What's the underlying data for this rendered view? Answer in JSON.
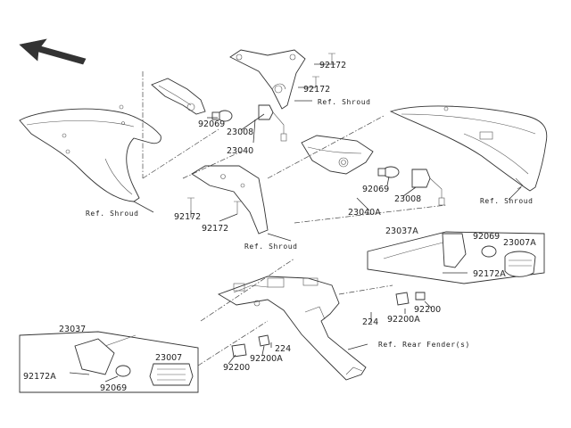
{
  "parts": [
    {
      "id": "p92172_top1",
      "text": "92172"
    },
    {
      "id": "p92172_top2",
      "text": "92172"
    },
    {
      "id": "p92069_left",
      "text": "92069"
    },
    {
      "id": "p23008_left",
      "text": "23008"
    },
    {
      "id": "p23040",
      "text": "23040"
    },
    {
      "id": "p92069_mid",
      "text": "92069"
    },
    {
      "id": "p23008_mid",
      "text": "23008"
    },
    {
      "id": "p23040A",
      "text": "23040A"
    },
    {
      "id": "p92172_midL",
      "text": "92172"
    },
    {
      "id": "p92172_midR",
      "text": "92172"
    },
    {
      "id": "p23037A",
      "text": "23037A"
    },
    {
      "id": "p92069_right",
      "text": "92069"
    },
    {
      "id": "p23007A",
      "text": "23007A"
    },
    {
      "id": "p92172A_right",
      "text": "92172A"
    },
    {
      "id": "p224_right",
      "text": "224"
    },
    {
      "id": "p92200_right",
      "text": "92200"
    },
    {
      "id": "p92200A_right",
      "text": "92200A"
    },
    {
      "id": "p23037",
      "text": "23037"
    },
    {
      "id": "p23007",
      "text": "23007"
    },
    {
      "id": "p92172A_left",
      "text": "92172A"
    },
    {
      "id": "p92069_bottom",
      "text": "92069"
    },
    {
      "id": "p224_bottom",
      "text": "224"
    },
    {
      "id": "p92200A_bottom",
      "text": "92200A"
    },
    {
      "id": "p92200_bottom",
      "text": "92200"
    }
  ],
  "references": [
    {
      "id": "ref_shroud_top",
      "text": "Ref. Shroud"
    },
    {
      "id": "ref_shroud_left",
      "text": "Ref. Shroud"
    },
    {
      "id": "ref_shroud_right",
      "text": "Ref. Shroud"
    },
    {
      "id": "ref_shroud_mid",
      "text": "Ref. Shroud"
    },
    {
      "id": "ref_rear_fender",
      "text": "Ref. Rear Fender(s)"
    }
  ]
}
